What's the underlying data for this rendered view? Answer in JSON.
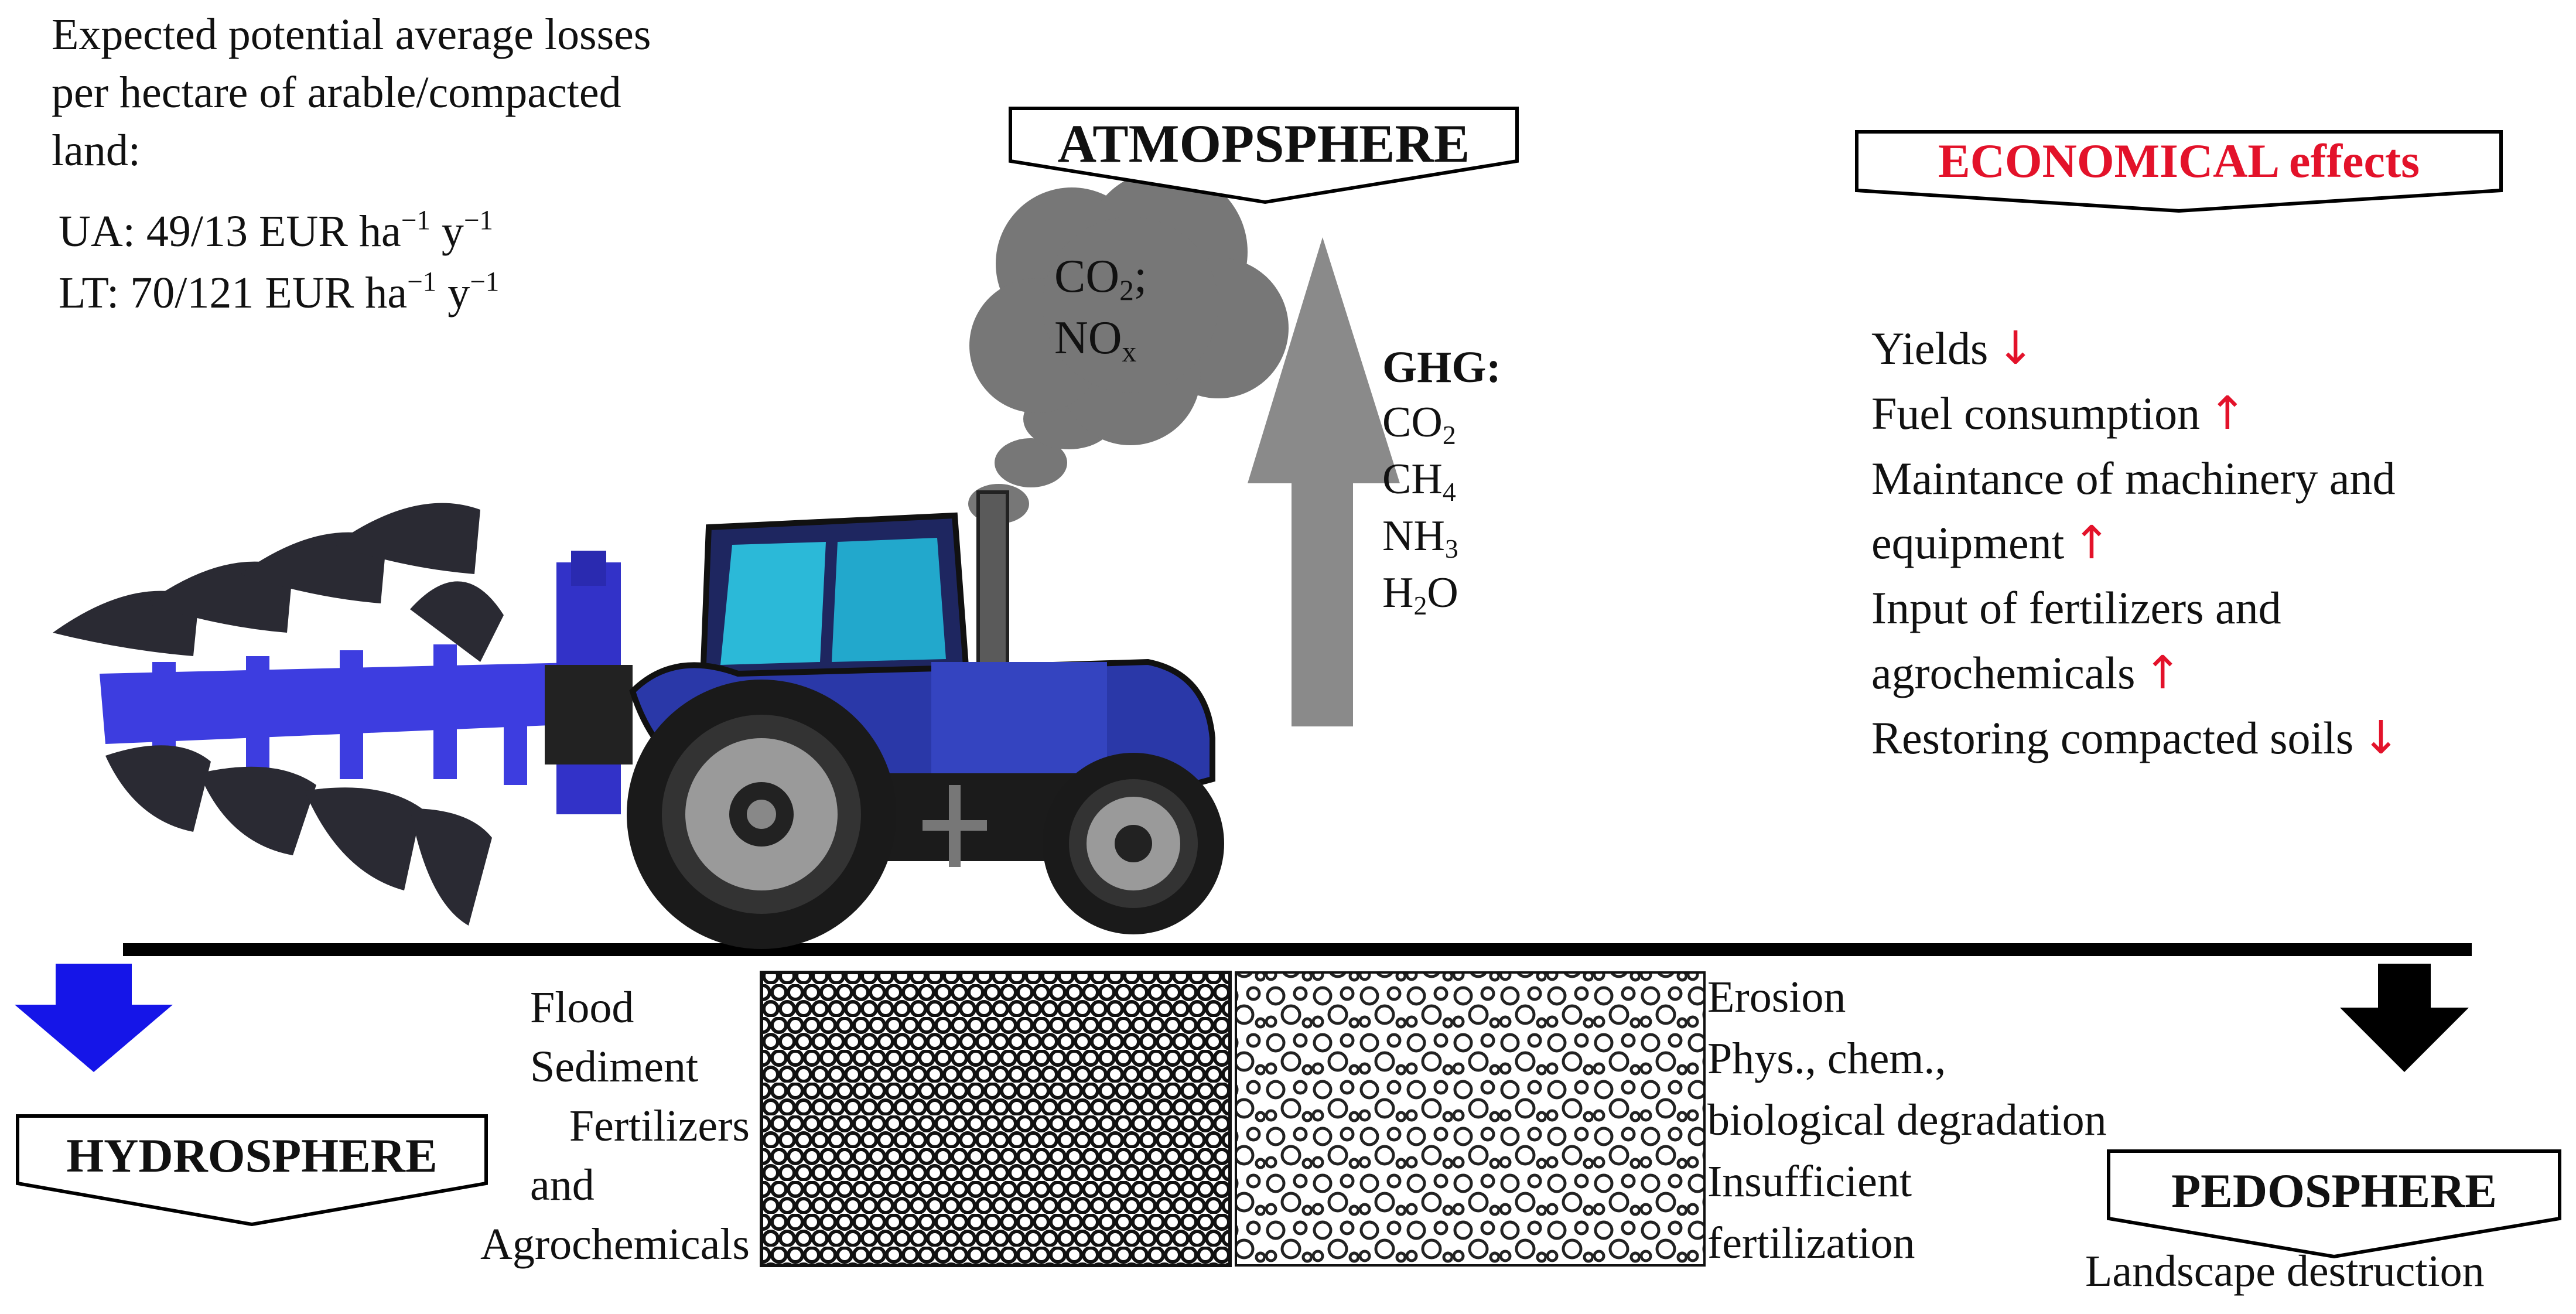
{
  "losses": {
    "heading": "Expected potential average losses per hectare of arable/compacted land:",
    "heading_lines": [
      "Expected potential average losses",
      "per hectare of arable/compacted",
      "land:"
    ],
    "ua_prefix": "UA: 49/13 EUR ha",
    "lt_prefix": "LT: 70/121 EUR ha",
    "exp": "−1",
    "unit_y": " y"
  },
  "atmosphere": {
    "label": "ATMOPSPHERE",
    "cloud_line1": "CO",
    "cloud_line1_sub": "2",
    "cloud_line1_tail": ";",
    "cloud_line2": "NO",
    "cloud_line2_sub": "x"
  },
  "ghg": {
    "title": "GHG:",
    "gases": [
      {
        "base": "CO",
        "sub": "2",
        "tail": ""
      },
      {
        "base": "CH",
        "sub": "4",
        "tail": ""
      },
      {
        "base": "NH",
        "sub": "3",
        "tail": ""
      },
      {
        "base": "H",
        "sub": "2",
        "tail": "O"
      }
    ]
  },
  "economical": {
    "label": "ECONOMICAL effects",
    "items": [
      {
        "lines": [
          "Yields"
        ],
        "arrow": "↓"
      },
      {
        "lines": [
          "Fuel consumption"
        ],
        "arrow": "↑"
      },
      {
        "lines": [
          "Maintance of machinery and",
          "equipment"
        ],
        "arrow": "↑"
      },
      {
        "lines": [
          "Input of fertilizers and",
          "agrochemicals"
        ],
        "arrow": "↑"
      },
      {
        "lines": [
          "Restoring compacted soils"
        ],
        "arrow": "↓"
      }
    ]
  },
  "hydrosphere": {
    "label": "HYDROSPHERE",
    "items": [
      "Flood",
      "Sediment",
      "Fertilizers",
      "and",
      "Agrochemicals"
    ]
  },
  "pedosphere": {
    "label": "PEDOSPHERE",
    "items": [
      "Erosion",
      "Phys., chem.,",
      "biological degradation",
      "Insufficient",
      "fertilization"
    ],
    "bottom": "Landscape destruction"
  },
  "colors": {
    "hydro_arrow": "#1515e8",
    "pedo_arrow": "#000000",
    "ghg_arrow": "#8a8a8a",
    "cloud": "#777777",
    "tractor_blue": "#2a38a8",
    "plough_blue": "#3d3de0",
    "red": "#e3122a"
  }
}
